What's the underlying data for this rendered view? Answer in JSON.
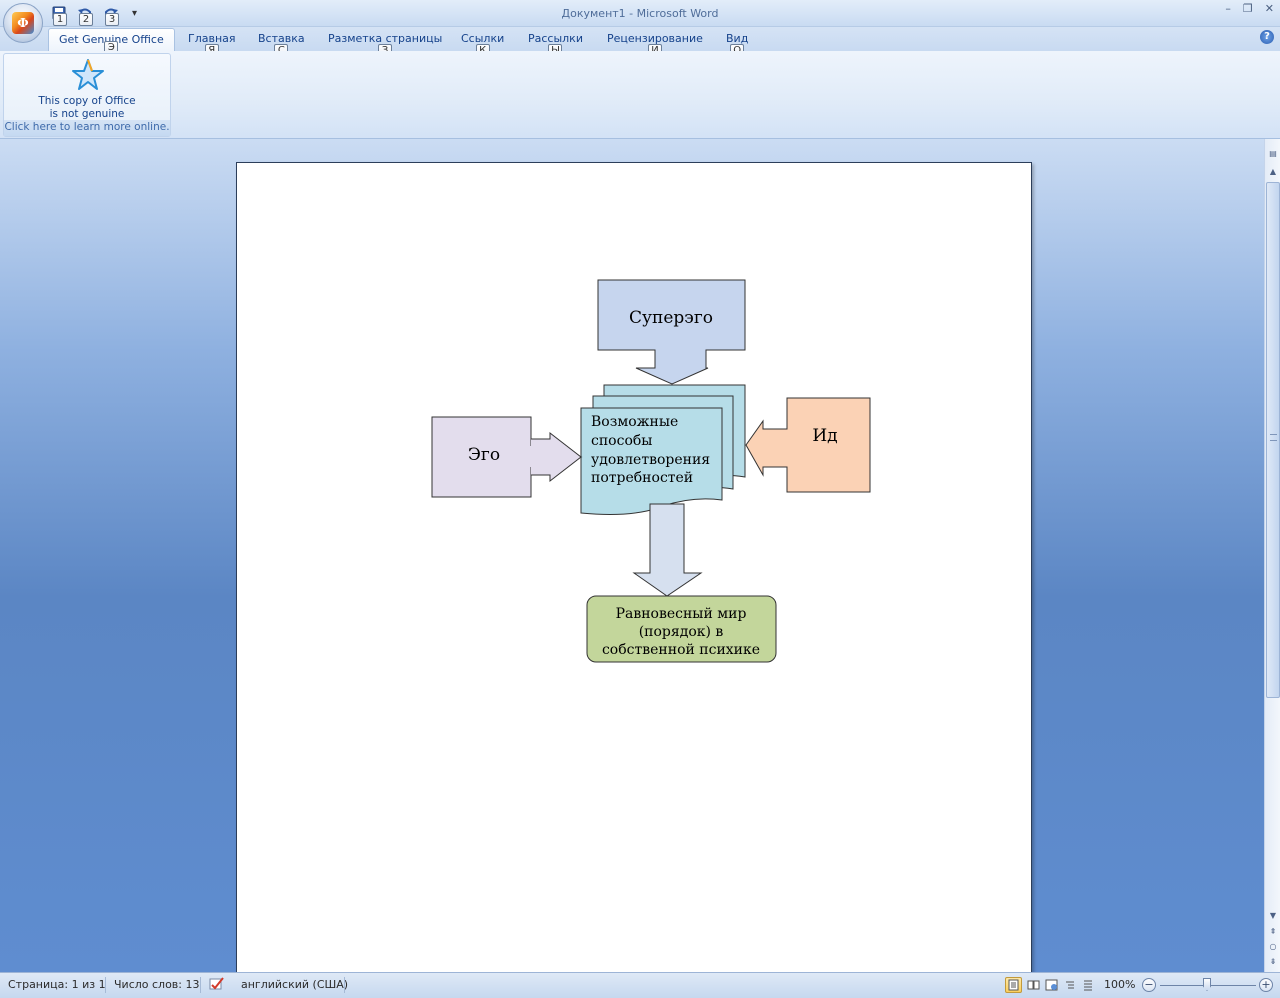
{
  "window": {
    "title": "Документ1 - Microsoft Word",
    "office_button_letter": "Ф"
  },
  "quick_access": {
    "keytips": [
      "1",
      "2",
      "3"
    ]
  },
  "tabs": [
    {
      "label": "Get Genuine Office",
      "keytip": "Э",
      "active": true
    },
    {
      "label": "Главная",
      "keytip": "Я"
    },
    {
      "label": "Вставка",
      "keytip": "С"
    },
    {
      "label": "Разметка страницы",
      "keytip": "З"
    },
    {
      "label": "Ссылки",
      "keytip": "К"
    },
    {
      "label": "Рассылки",
      "keytip": "Ы"
    },
    {
      "label": "Рецензирование",
      "keytip": "И"
    },
    {
      "label": "Вид",
      "keytip": "О"
    }
  ],
  "ribbon": {
    "genuine_line1": "This copy of Office",
    "genuine_line2": "is not genuine",
    "genuine_link": "Click here to learn more online."
  },
  "diagram": {
    "superego": "Суперэго",
    "ego": "Эго",
    "id": "Ид",
    "center_lines": [
      "Возможные",
      "способы",
      "удовлетворения",
      "потребностей"
    ],
    "result_lines": [
      "Равновесный мир",
      "(порядок) в",
      "собственной психике"
    ],
    "colors": {
      "superego": "#c6d5ee",
      "ego": "#e3dded",
      "id": "#fbd2b5",
      "center": "#b6dde8",
      "arrow_down": "#d6e0ef",
      "result": "#c3d69b"
    }
  },
  "status": {
    "page": "Страница: 1 из 1",
    "words": "Число слов: 13",
    "language": "английский (США)",
    "zoom": "100%"
  }
}
